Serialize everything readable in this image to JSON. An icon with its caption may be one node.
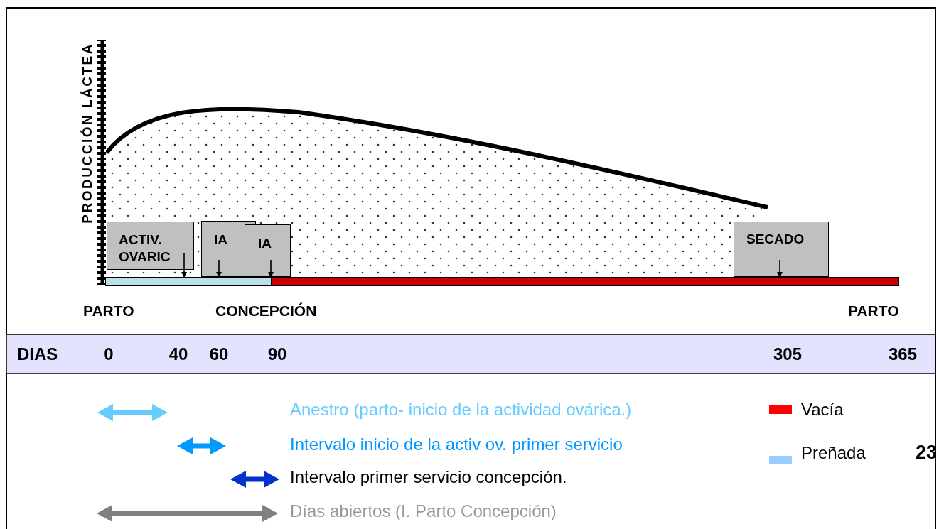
{
  "diagram": {
    "nodes": [
      {
        "text": [
          "ACTIV. OVARIC"
        ]
      },
      {
        "text": [
          "IA"
        ]
      },
      {
        "text": [
          "IA"
        ]
      },
      {
        "text": [
          "SECADO"
        ]
      },
      {
        "text": [],
        "shape": "bar"
      },
      {
        "text": [],
        "shape": "bar"
      }
    ],
    "edges": [
      {
        "from": 0,
        "to": 4,
        "arrow": "to"
      },
      {
        "from": 1,
        "to": 4,
        "arrow": "to"
      },
      {
        "from": 2,
        "to": 4,
        "arrow": "to"
      },
      {
        "from": 3,
        "to": 5,
        "arrow": "to"
      }
    ],
    "labels": [
      "PRODUCCIÓN LÁCTEA",
      "PARTO",
      "CONCEPCIÓN",
      "PARTO",
      "DIAS",
      "0",
      "40",
      "60",
      "90",
      "305",
      "365",
      "23"
    ],
    "legend": [
      {
        "text": "Anestro (parto- inicio de la actividad ovárica.)"
      },
      {
        "text": "Vacía",
        "color": "#ff0000"
      },
      {
        "text": "Intervalo inicio de la activ ov. primer servicio"
      },
      {
        "text": "Preñada",
        "color": "#99ccff"
      },
      {
        "text": "Intervalo primer servicio concepción."
      },
      {
        "text": "Días abiertos (I. Parto Concepción)"
      }
    ]
  }
}
